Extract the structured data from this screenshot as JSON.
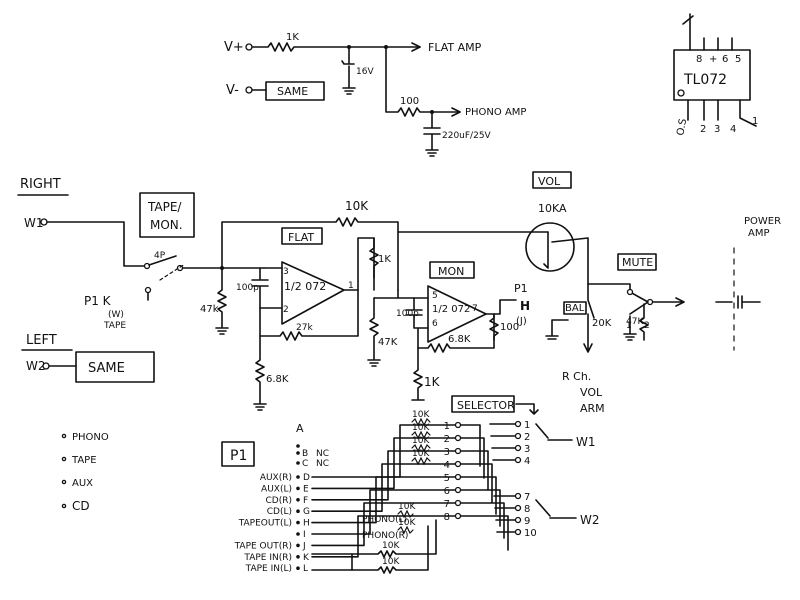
{
  "power": {
    "vplus": "V+",
    "vminus": "V-",
    "r1": "1K",
    "zener": "16V",
    "same": "SAME",
    "flat_amp": "FLAT AMP",
    "r2": "100",
    "phono_amp": "PHONO AMP",
    "cap": "220uF/25V"
  },
  "ic": {
    "part": "TL072",
    "pins_top": [
      "8",
      "+",
      "6",
      "5"
    ],
    "pins_bottom": [
      "O.S",
      "2",
      "3",
      "4"
    ],
    "pins_bottom_tail": [
      "1"
    ]
  },
  "right": {
    "label": "RIGHT",
    "input": "W1",
    "tape_mon": [
      "TAPE/",
      "MON."
    ],
    "switch_label": "4P",
    "p1k": "P1 K",
    "p1k_sub": "(W)",
    "p1k_tape": "TAPE",
    "r47k": "47k",
    "r10k_fb": "10K",
    "flat_label": "FLAT",
    "cap100p": "100p",
    "ic_flat": "1/2 072",
    "ic_flat_pins": [
      "3",
      "2",
      "1"
    ],
    "r27k": "27k",
    "r6_8k": "6.8K",
    "r1k_a": "1K",
    "mon_label": "MON",
    "cap100p_b": "100p",
    "ic_mon": "1/2 072",
    "ic_mon_pins": [
      "5",
      "6",
      "7"
    ],
    "r47k_b": "47K",
    "r6_8k_b": "6.8K",
    "r1k_b": "1K",
    "p1h": "P1",
    "p1h_h": "H",
    "p1h_j": "(J)",
    "r100": "100",
    "vol": "VOL",
    "vol_val": "10KA",
    "bal": "BAL",
    "r20k": "20K",
    "mute": "MUTE",
    "r47k_mute": "47K",
    "r_ch": "R Ch.",
    "vol_arm": [
      "VOL",
      "ARM"
    ],
    "power_amp": [
      "POWER",
      "AMP"
    ]
  },
  "left": {
    "label": "LEFT",
    "input": "W2",
    "same": "SAME"
  },
  "legend": [
    "PHONO",
    "TAPE",
    "AUX",
    "CD"
  ],
  "selector": {
    "title": "SELECTOR",
    "a": "A",
    "p1": "P1",
    "nc_pins": [
      [
        "B",
        "NC"
      ],
      [
        "C",
        "NC"
      ]
    ],
    "pins": [
      [
        "AUX(R)",
        "D"
      ],
      [
        "AUX(L)",
        "E"
      ],
      [
        "CD(R)",
        "F"
      ],
      [
        "CD(L)",
        "G"
      ],
      [
        "TAPEOUT(L)",
        "H"
      ],
      [
        "",
        "I"
      ],
      [
        "TAPE OUT(R)",
        "J"
      ],
      [
        "TAPE IN(R)",
        "K"
      ],
      [
        "TAPE IN(L)",
        "L"
      ]
    ],
    "phono": [
      "PHONO(L)",
      "PHONO(R)"
    ],
    "r10k": "10K",
    "left_numbers": [
      "1",
      "2",
      "3",
      "4",
      "5",
      "6",
      "7",
      "8"
    ],
    "right_numbers": [
      "1",
      "2",
      "3",
      "4",
      "7",
      "8",
      "9",
      "10"
    ],
    "w1": "W1",
    "w2": "W2"
  }
}
